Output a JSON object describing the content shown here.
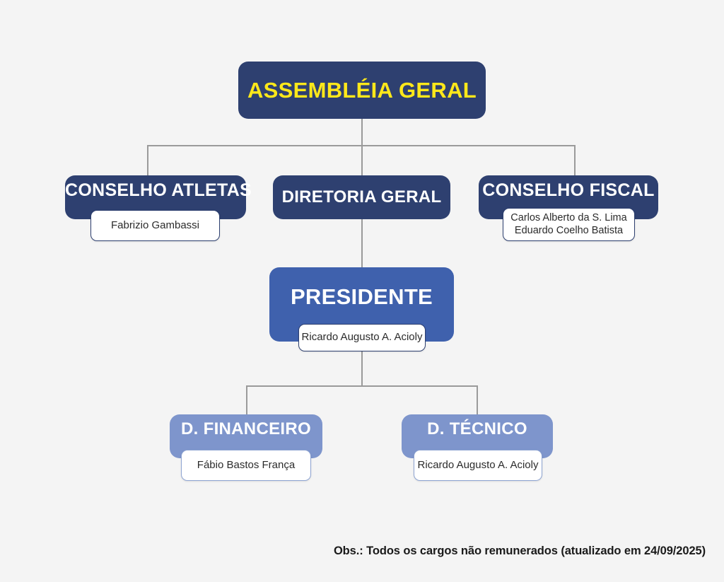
{
  "chart_data": {
    "type": "diagram",
    "diagram_kind": "organizational-chart",
    "title": "ASSEMBLÉIA GERAL",
    "levels": 4,
    "nodes": [
      {
        "id": "assembleia",
        "label": "ASSEMBLÉIA GERAL",
        "level": 0,
        "names": [],
        "color": "#2e4070",
        "text_color": "#ffe81a"
      },
      {
        "id": "conselho-atletas",
        "label": "CONSELHO ATLETAS",
        "level": 1,
        "names": [
          "Fabrizio Gambassi"
        ],
        "color": "#2e4070",
        "text_color": "#ffffff"
      },
      {
        "id": "diretoria-geral",
        "label": "DIRETORIA GERAL",
        "level": 1,
        "names": [],
        "color": "#2e4070",
        "text_color": "#ffffff"
      },
      {
        "id": "conselho-fiscal",
        "label": "CONSELHO FISCAL",
        "level": 1,
        "names": [
          "Carlos Alberto da S. Lima",
          "Eduardo Coelho Batista"
        ],
        "color": "#2e4070",
        "text_color": "#ffffff"
      },
      {
        "id": "presidente",
        "label": "PRESIDENTE",
        "level": 2,
        "names": [
          "Ricardo Augusto A. Acioly"
        ],
        "color": "#3f61ad",
        "text_color": "#ffffff"
      },
      {
        "id": "d-financeiro",
        "label": "D. FINANCEIRO",
        "level": 3,
        "names": [
          "Fábio Bastos França"
        ],
        "color": "#7e95cc",
        "text_color": "#ffffff"
      },
      {
        "id": "d-tecnico",
        "label": "D. TÉCNICO",
        "level": 3,
        "names": [
          "Ricardo Augusto A. Acioly"
        ],
        "color": "#7e95cc",
        "text_color": "#ffffff"
      }
    ],
    "edges": [
      {
        "from": "assembleia",
        "to": "conselho-atletas"
      },
      {
        "from": "assembleia",
        "to": "diretoria-geral"
      },
      {
        "from": "assembleia",
        "to": "conselho-fiscal"
      },
      {
        "from": "diretoria-geral",
        "to": "presidente"
      },
      {
        "from": "presidente",
        "to": "d-financeiro"
      },
      {
        "from": "presidente",
        "to": "d-tecnico"
      }
    ],
    "connector_color": "#9a9a9a",
    "background": "#f4f4f4"
  },
  "boxes": {
    "assembleia": {
      "title": "ASSEMBLÉIA GERAL"
    },
    "conselho_atletas": {
      "title": "CONSELHO ATLETAS",
      "name1": "Fabrizio Gambassi"
    },
    "diretoria_geral": {
      "title": "DIRETORIA GERAL"
    },
    "conselho_fiscal": {
      "title": "CONSELHO FISCAL",
      "name1": "Carlos Alberto da S. Lima",
      "name2": "Eduardo Coelho Batista"
    },
    "presidente": {
      "title": "PRESIDENTE",
      "name1": "Ricardo Augusto A. Acioly"
    },
    "d_financeiro": {
      "title": "D. FINANCEIRO",
      "name1": "Fábio Bastos França"
    },
    "d_tecnico": {
      "title": "D. TÉCNICO",
      "name1": "Ricardo Augusto A. Acioly"
    }
  },
  "footnote": {
    "text": "Obs.: Todos os cargos não remunerados (atualizado em 24/09/2025)"
  }
}
